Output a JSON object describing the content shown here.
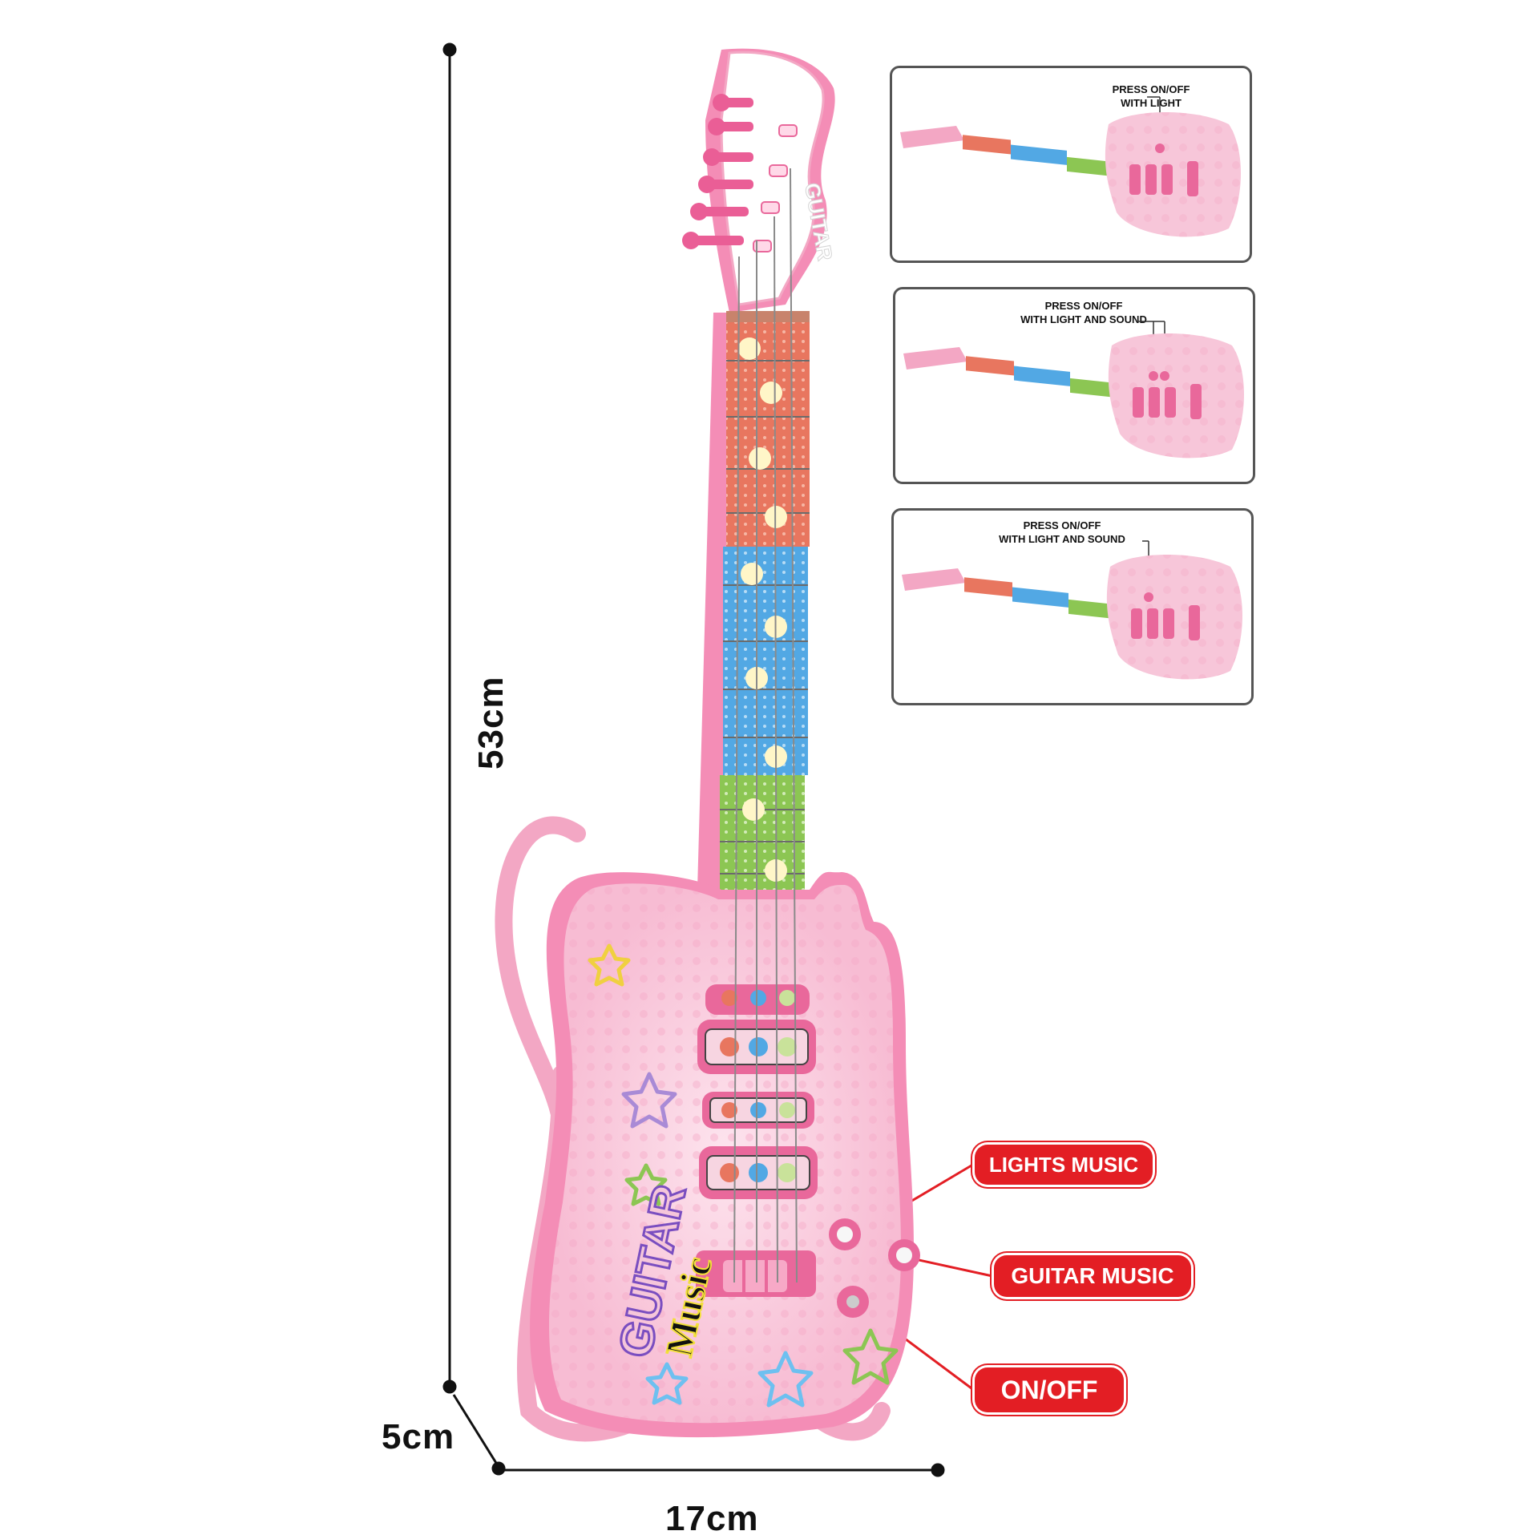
{
  "dimensions": {
    "height": "53cm",
    "depth": "5cm",
    "width": "17cm"
  },
  "product": {
    "headstock_text": "GUITAR",
    "logo_text": [
      "GUITAR",
      "Music"
    ]
  },
  "callouts": {
    "lights_music": "LIGHTS MUSIC",
    "guitar_music": "GUITAR MUSIC",
    "on_off": "ON/OFF"
  },
  "panels": [
    {
      "caption": "PRESS ON/OFF\nWITH LIGHT"
    },
    {
      "caption": "PRESS ON/OFF\nWITH LIGHT AND SOUND"
    },
    {
      "caption": "PRESS ON/OFF\nWITH LIGHT AND SOUND"
    }
  ],
  "colors": {
    "body_pink": "#f7c6d9",
    "accent_pink": "#e9689b",
    "callout_red": "#e31e24",
    "fret_red": "#e8604a",
    "fret_blue": "#3f9ee0",
    "fret_green": "#7cc242"
  }
}
